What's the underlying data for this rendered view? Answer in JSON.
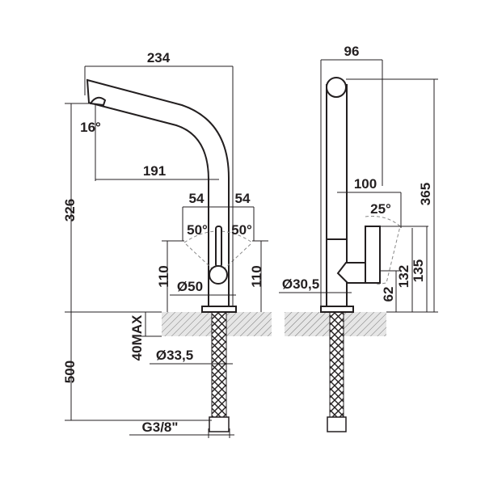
{
  "title": "Kitchen mixer tap technical drawing",
  "front_view": {
    "overall_reach": "234",
    "spout_angle": "16°",
    "spout_reach": "191",
    "lever_offset_left": "54",
    "lever_offset_right": "54",
    "lever_angle_left": "50°",
    "lever_angle_right": "50°",
    "lever_height_left": "110",
    "lever_height_right": "110",
    "body_diameter": "Ø50",
    "spout_height": "326",
    "hose_length": "500",
    "max_counter_thickness": "40MAX",
    "shank_diameter": "Ø33,5",
    "connection": "G3/8\""
  },
  "side_view": {
    "depth": "96",
    "lever_depth": "100",
    "lever_angle": "25°",
    "total_height": "365",
    "lever_top_height": "135",
    "lever_height": "132",
    "lever_pivot_height": "62",
    "base_diameter": "Ø30,5"
  }
}
